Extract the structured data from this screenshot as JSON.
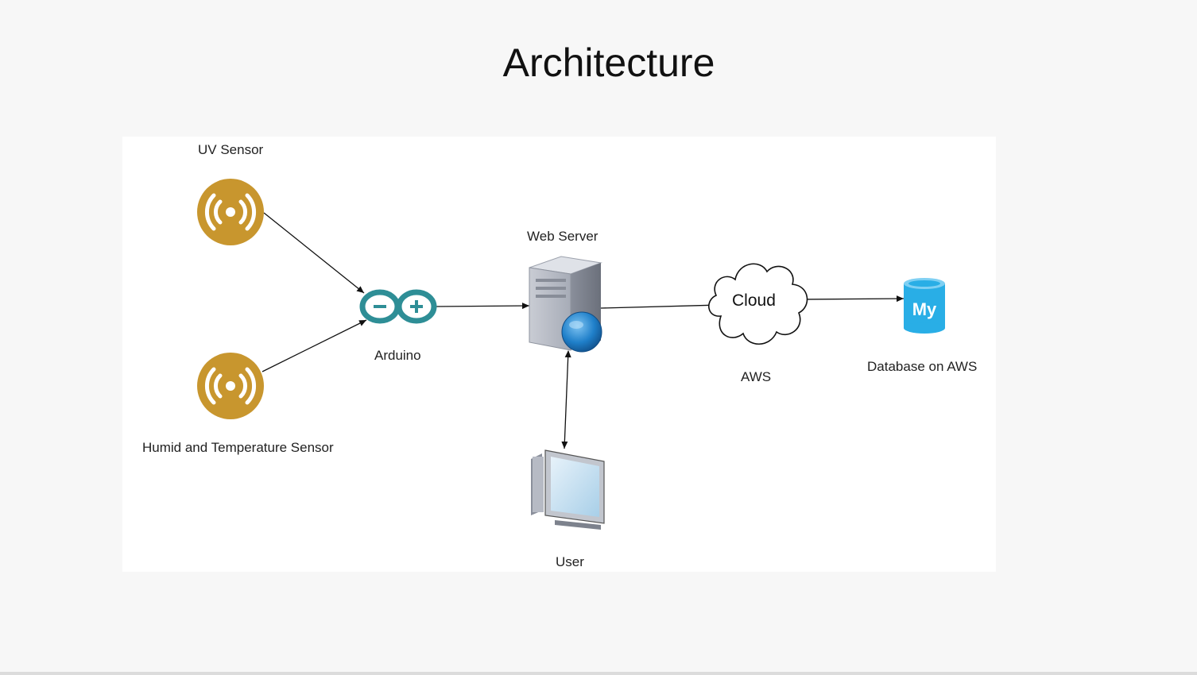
{
  "slide": {
    "title": "Architecture"
  },
  "diagram": {
    "nodes": {
      "uv_sensor": {
        "label": "UV Sensor",
        "icon": "sensor-icon"
      },
      "humid_sensor": {
        "label": "Humid and Temperature Sensor",
        "icon": "sensor-icon"
      },
      "arduino": {
        "label": "Arduino",
        "icon": "arduino-icon"
      },
      "web_server": {
        "label": "Web Server",
        "icon": "server-icon"
      },
      "cloud": {
        "label": "AWS",
        "text": "Cloud",
        "icon": "cloud-icon"
      },
      "database": {
        "label": "Database on AWS",
        "icon": "mysql-database-icon",
        "badge": "My"
      },
      "user": {
        "label": "User",
        "icon": "computer-icon"
      }
    },
    "colors": {
      "sensor": "#c8962e",
      "arduino": "#2e8e96",
      "database": "#29aee6",
      "server_globe": "#1f7fc9"
    }
  }
}
